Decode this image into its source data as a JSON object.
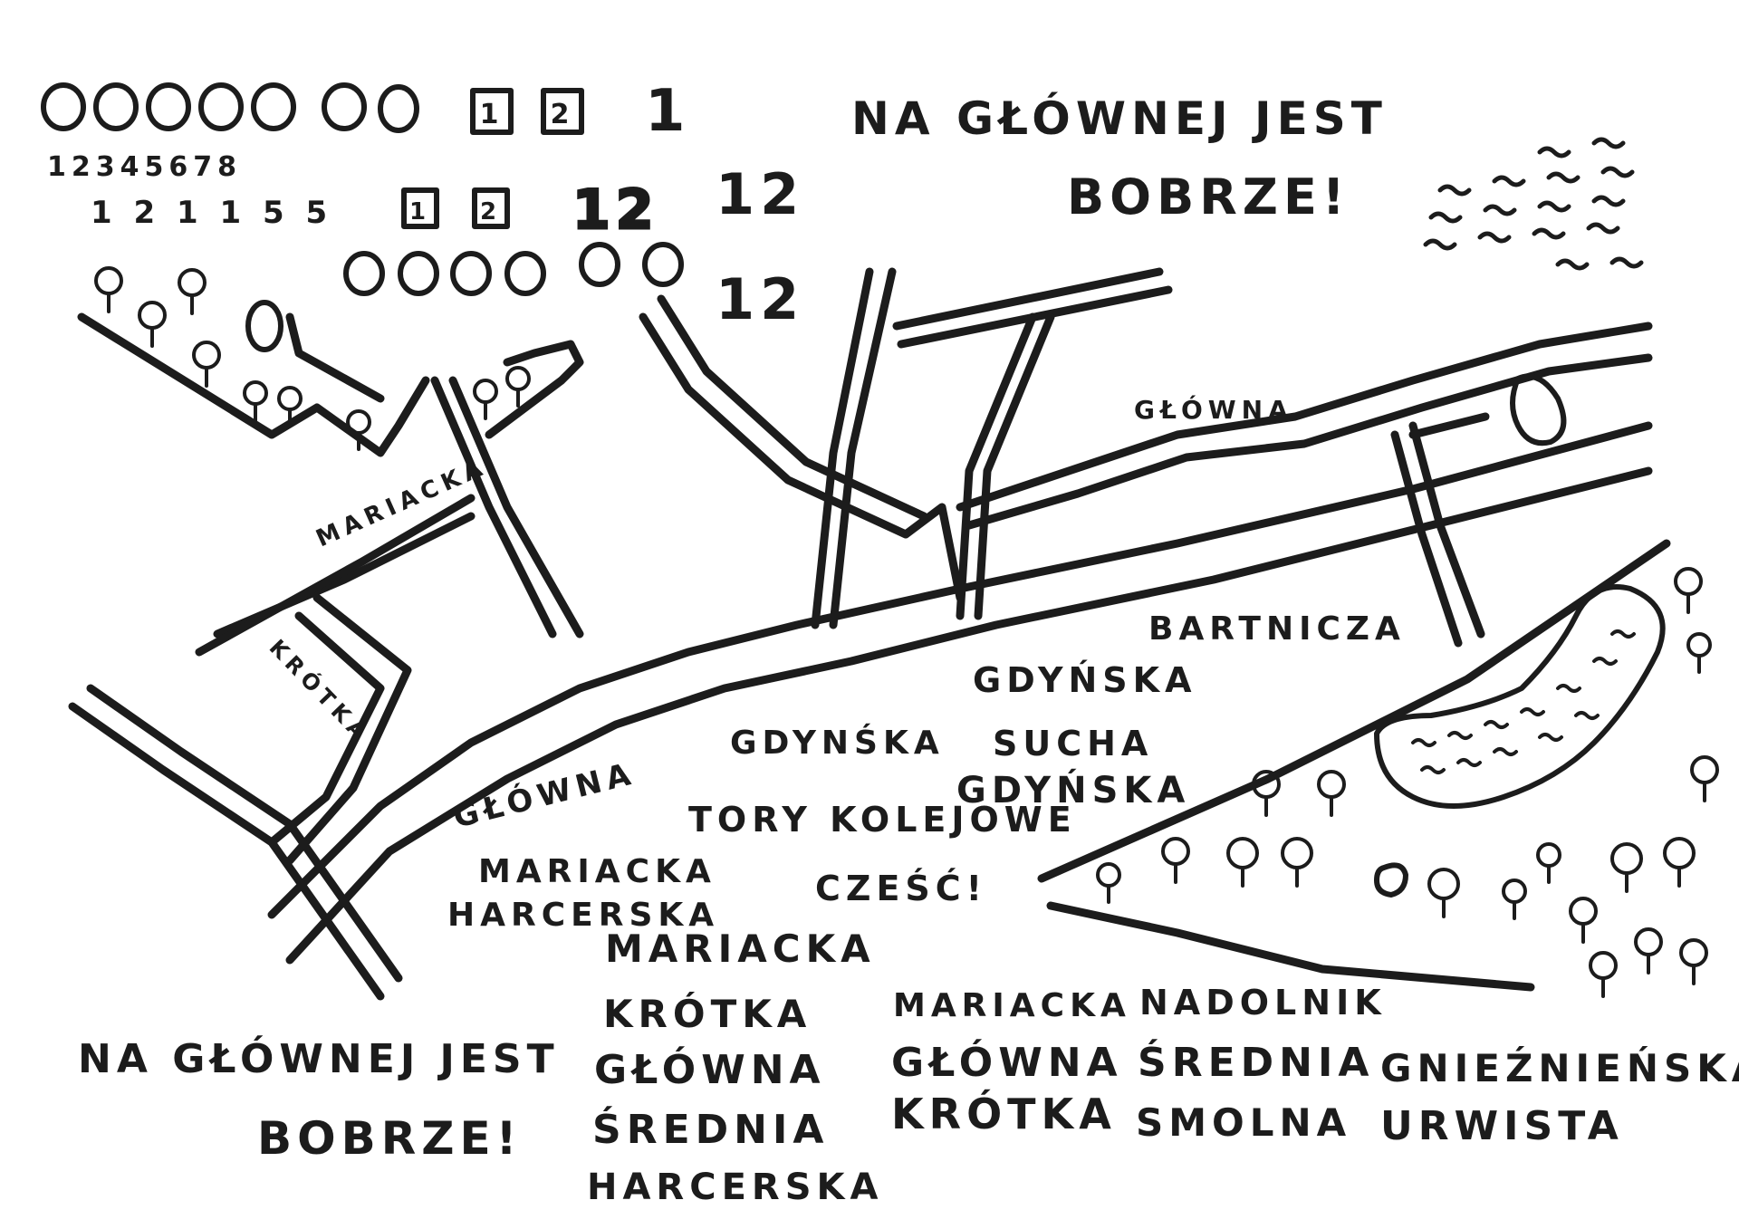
{
  "header": {
    "slogan_line1": "NA GŁÓWNEJ JEST",
    "slogan_line2": "BOBRZE!"
  },
  "practice": {
    "digits_row": "12345678",
    "numbers_row": "1 2 1 1 5 5",
    "boxed": [
      "1",
      "2"
    ],
    "big_one": "1",
    "big_twelve": "12",
    "outline_twelve": "12"
  },
  "map": {
    "street_labels": {
      "glowna_top": "GŁÓWNA",
      "mariacka": "MARIACKA",
      "krotka": "KRÓTKA",
      "glowna_main": "GŁÓWNA",
      "bartnicza": "BARTNICZA",
      "gdynska_1": "GDYŃSKA",
      "gdynska_2": "GDYNŚKA",
      "sucha": "SUCHA",
      "gdynska_3": "GDYŃSKA",
      "tory": "TORY KOLEJOWE",
      "czesc": "CZEŚĆ!"
    }
  },
  "lists": {
    "mariacka_harcerska": [
      "MARIACKA",
      "HARCERSKA"
    ],
    "column1": [
      "MARIACKA",
      "KRÓTKA",
      "GŁÓWNA",
      "ŚREDNIA",
      "HARCERSKA"
    ],
    "column2": [
      "MARIACKA",
      "GŁÓWNA",
      "KRÓTKA"
    ],
    "column3": [
      "NADOLNIK",
      "ŚREDNIA",
      "SMOLNA"
    ],
    "column4": [
      "GNIEŹNIEŃSKA",
      "URWISTA"
    ]
  },
  "footer": {
    "slogan_line1": "NA GŁÓWNEJ JEST",
    "slogan_line2": "BOBRZE!"
  }
}
